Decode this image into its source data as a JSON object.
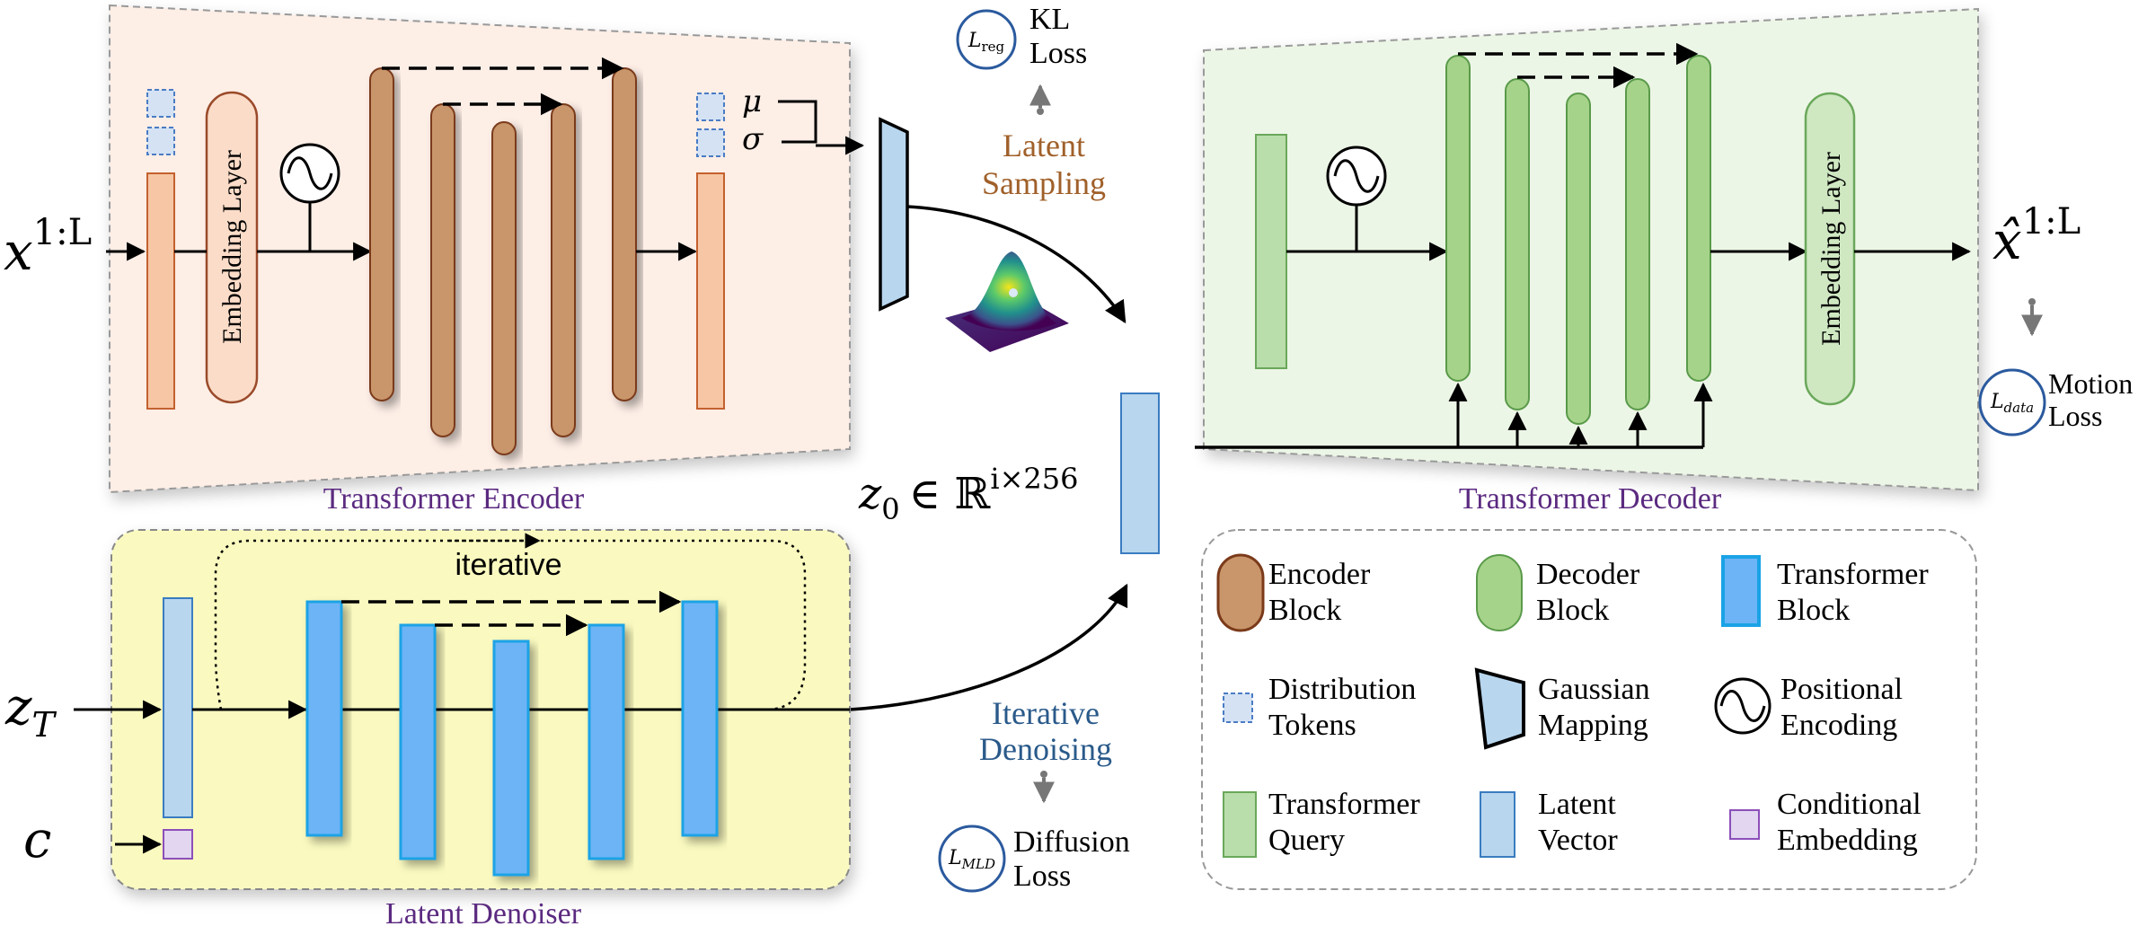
{
  "encoder": {
    "title": "Transformer Encoder",
    "input_base": "x",
    "input_sup": "1:L",
    "embedding": "Embedding Layer",
    "mu": "μ",
    "sigma": "σ"
  },
  "decoder": {
    "title": "Transformer Decoder",
    "output_base": "x̂",
    "output_sup": "1:L",
    "embedding": "Embedding Layer"
  },
  "denoiser": {
    "title": "Latent Denoiser",
    "iterative": "iterative",
    "zt_base": "z",
    "zt_sub": "T",
    "c": "c"
  },
  "latent": {
    "z0_base": "z",
    "z0_sub": "0",
    "z0_rest": "∈ ℝ",
    "z0_sup": "i×256",
    "sampling_line1": "Latent",
    "sampling_line2": "Sampling",
    "denoising_line1": "Iterative",
    "denoising_line2": "Denoising"
  },
  "losses": {
    "kl": {
      "badge_base": "L",
      "badge_sub": "reg",
      "line1": "KL",
      "line2": "Loss"
    },
    "motion": {
      "badge_base": "L",
      "badge_sub": "data",
      "line1": "Motion",
      "line2": "Loss"
    },
    "diffusion": {
      "badge_base": "L",
      "badge_sub": "MLD",
      "line1": "Diffusion",
      "line2": "Loss"
    }
  },
  "legend": [
    {
      "line1": "Encoder",
      "line2": "Block"
    },
    {
      "line1": "Decoder",
      "line2": "Block"
    },
    {
      "line1": "Transformer",
      "line2": "Block"
    },
    {
      "line1": "Distribution",
      "line2": "Tokens"
    },
    {
      "line1": "Gaussian",
      "line2": "Mapping"
    },
    {
      "line1": "Positional",
      "line2": "Encoding"
    },
    {
      "line1": "Transformer",
      "line2": "Query"
    },
    {
      "line1": "Latent",
      "line2": "Vector"
    },
    {
      "line1": "Conditional",
      "line2": "Embedding"
    }
  ],
  "colors": {
    "encoder_bg": "#fdeee6",
    "decoder_bg": "#ecf6e6",
    "denoiser_bg": "#fafac0",
    "encoder_block": "#c9956a",
    "decoder_block": "#a6d38a",
    "transformer_block": "#6cb4f6",
    "transformer_block_border": "#1aa3e6",
    "latent_vector": "#b8d6ee",
    "title_purple": "#5b2a80",
    "sampling_brown": "#a0602a",
    "denoising_blue": "#2a5a8a"
  }
}
